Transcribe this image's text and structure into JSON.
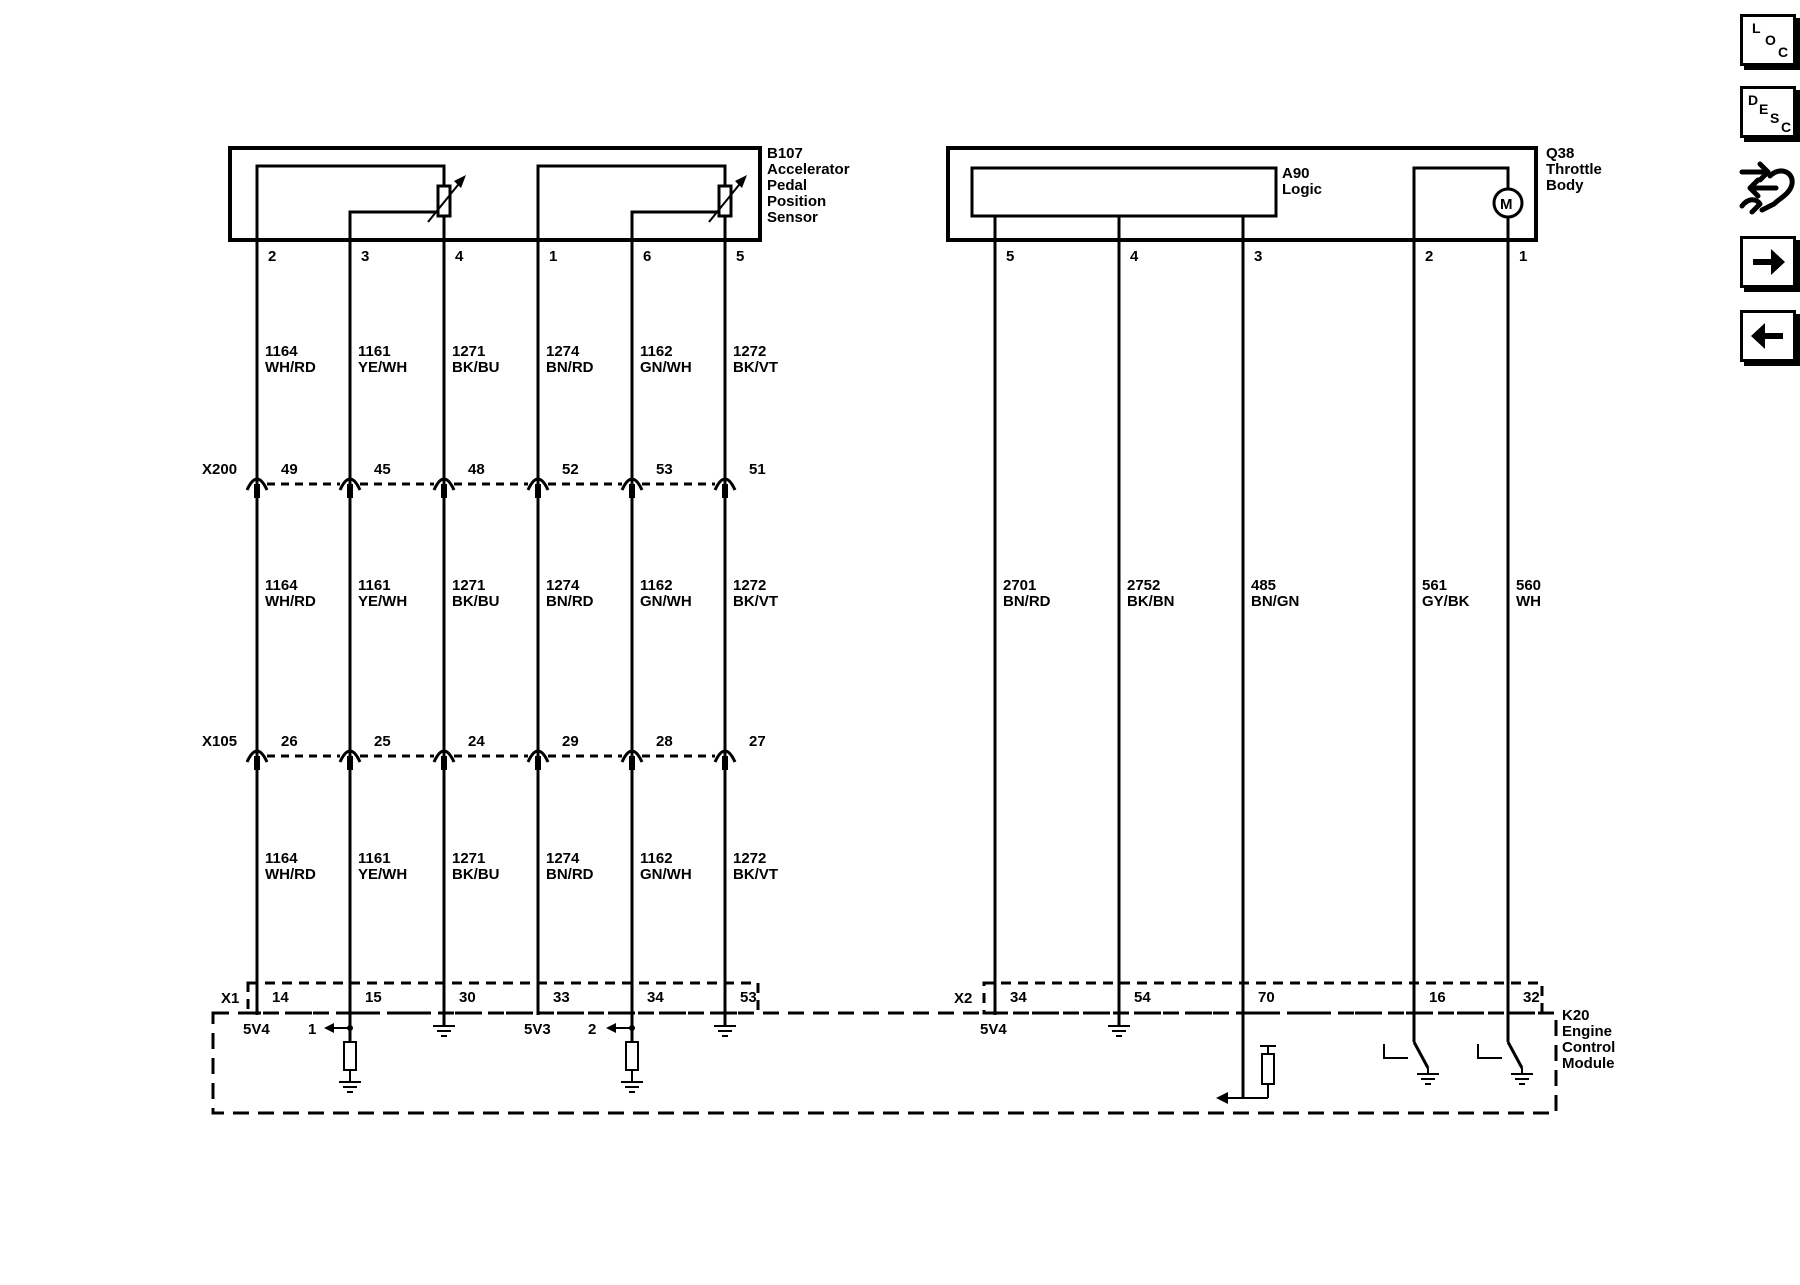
{
  "nav": {
    "loc": {
      "letters": [
        "L",
        "O",
        "C"
      ],
      "icon": "location-icon"
    },
    "desc": {
      "letters": [
        "D",
        "E",
        "S",
        "C"
      ],
      "icon": "description-icon"
    },
    "connector_icon": "connector-views-icon",
    "next_icon": "arrow-right-icon",
    "prev_icon": "arrow-left-icon"
  },
  "components": {
    "b107": {
      "lines": [
        "B107",
        "Accelerator",
        "Pedal",
        "Position",
        "Sensor"
      ]
    },
    "q38": {
      "lines": [
        "Q38",
        "Throttle",
        "Body"
      ]
    },
    "a90": {
      "lines": [
        "A90",
        "Logic"
      ]
    },
    "motor": "M",
    "k20": {
      "lines": [
        "K20",
        "Engine",
        "Control",
        "Module"
      ]
    }
  },
  "connectors": {
    "x200": "X200",
    "x105": "X105",
    "x1": "X1",
    "x2": "X2"
  },
  "left_circuits": [
    {
      "sensor_pin": "2",
      "x200_pin": "49",
      "x105_pin": "26",
      "ecm_pin": "14",
      "circuit": "1164",
      "color": "WH/RD",
      "ecm": "5V4"
    },
    {
      "sensor_pin": "3",
      "x200_pin": "45",
      "x105_pin": "25",
      "ecm_pin": "15",
      "circuit": "1161",
      "color": "YE/WH",
      "ecm": "1"
    },
    {
      "sensor_pin": "4",
      "x200_pin": "48",
      "x105_pin": "24",
      "ecm_pin": "30",
      "circuit": "1271",
      "color": "BK/BU",
      "ecm": ""
    },
    {
      "sensor_pin": "1",
      "x200_pin": "52",
      "x105_pin": "29",
      "ecm_pin": "33",
      "circuit": "1274",
      "color": "BN/RD",
      "ecm": "5V3"
    },
    {
      "sensor_pin": "6",
      "x200_pin": "53",
      "x105_pin": "28",
      "ecm_pin": "34",
      "circuit": "1162",
      "color": "GN/WH",
      "ecm": "2"
    },
    {
      "sensor_pin": "5",
      "x200_pin": "51",
      "x105_pin": "27",
      "ecm_pin": "53",
      "circuit": "1272",
      "color": "BK/VT",
      "ecm": ""
    }
  ],
  "right_circuits": [
    {
      "pin": "5",
      "ecm_pin": "34",
      "circuit": "2701",
      "color": "BN/RD",
      "ecm": "5V4"
    },
    {
      "pin": "4",
      "ecm_pin": "54",
      "circuit": "2752",
      "color": "BK/BN",
      "ecm": ""
    },
    {
      "pin": "3",
      "ecm_pin": "70",
      "circuit": "485",
      "color": "BN/GN",
      "ecm": ""
    },
    {
      "pin": "2",
      "ecm_pin": "16",
      "circuit": "561",
      "color": "GY/BK",
      "ecm": ""
    },
    {
      "pin": "1",
      "ecm_pin": "32",
      "circuit": "560",
      "color": "WH",
      "ecm": ""
    }
  ]
}
